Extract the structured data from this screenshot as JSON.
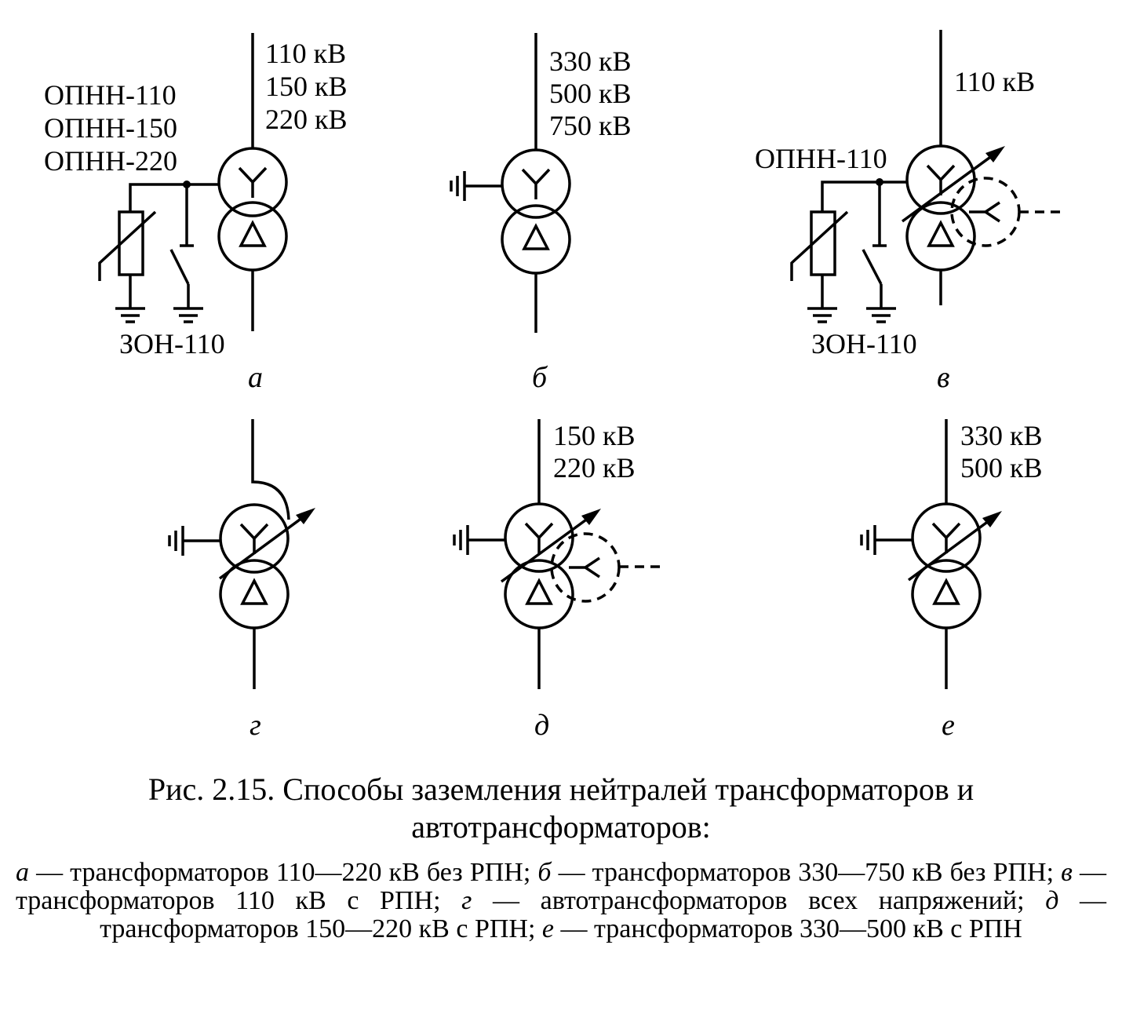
{
  "panels": {
    "a": {
      "letter": "а",
      "voltages": [
        "110 кВ",
        "150 кВ",
        "220 кВ"
      ],
      "arresters": [
        "ОПНН-110",
        "ОПНН-150",
        "ОПНН-220"
      ],
      "switch": "ЗОН-110"
    },
    "b": {
      "letter": "б",
      "voltages": [
        "330 кВ",
        "500 кВ",
        "750 кВ"
      ]
    },
    "v": {
      "letter": "в",
      "voltages": [
        "110 кВ"
      ],
      "arresters": [
        "ОПНН-110"
      ],
      "switch": "ЗОН-110"
    },
    "g": {
      "letter": "г"
    },
    "d": {
      "letter": "д",
      "voltages": [
        "150 кВ",
        "220 кВ"
      ]
    },
    "e": {
      "letter": "е",
      "voltages": [
        "330 кВ",
        "500 кВ"
      ]
    }
  },
  "caption": {
    "title": "Рис. 2.15. Способы заземления нейтралей трансформаторов и автотрансформаторов:",
    "items": [
      {
        "letter": "а",
        "text": " — трансформаторов 110—220 кВ без РПН; "
      },
      {
        "letter": "б",
        "text": " — трансформаторов 330—750 кВ без РПН; "
      },
      {
        "letter": "в",
        "text": " — трансформаторов 110 кВ с РПН; "
      },
      {
        "letter": "г",
        "text": " — автотрансформаторов всех напряжений; "
      },
      {
        "letter": "д",
        "text": " — трансформаторов 150—220 кВ с РПН; "
      },
      {
        "letter": "е",
        "text": " — трансформаторов 330—500 кВ с РПН"
      }
    ]
  },
  "icons": {
    "wye": "wye-winding-icon",
    "delta": "delta-winding-icon",
    "ground": "ground-icon",
    "tap_changer": "tap-changer-arrow-icon",
    "arrester": "surge-arrester-icon",
    "switch": "grounding-switch-icon"
  }
}
